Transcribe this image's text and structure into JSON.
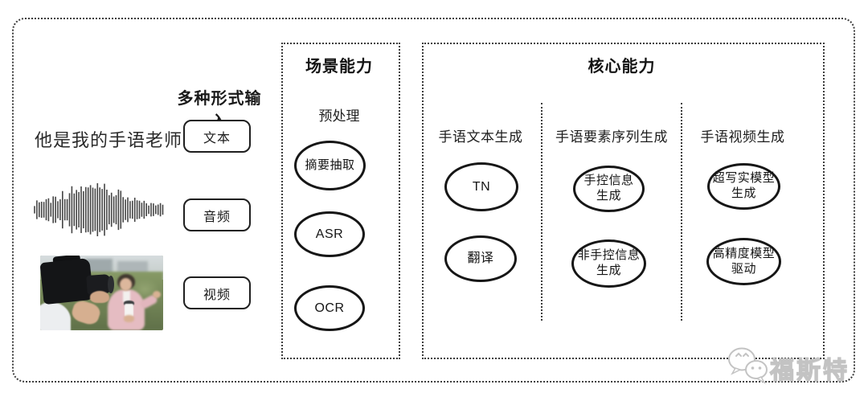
{
  "input": {
    "heading": "多种形式输入",
    "sample_text": "他是我的手语老师",
    "types": [
      {
        "label": "文本"
      },
      {
        "label": "音频"
      },
      {
        "label": "视频"
      }
    ],
    "icons": [
      "audio-waveform-icon",
      "reporter-photo"
    ]
  },
  "scene": {
    "title": "场景能力",
    "stage_label": "预处理",
    "nodes": [
      {
        "label": "摘要抽取"
      },
      {
        "label": "ASR"
      },
      {
        "label": "OCR"
      }
    ]
  },
  "core": {
    "title": "核心能力",
    "columns": [
      {
        "header": "手语文本生成",
        "nodes": [
          {
            "label": "TN"
          },
          {
            "label": "翻译"
          }
        ]
      },
      {
        "header": "手语要素序列生成",
        "nodes": [
          {
            "label": "手控信息\n生成"
          },
          {
            "label": "非手控信息\n生成"
          }
        ]
      },
      {
        "header": "手语视频生成",
        "nodes": [
          {
            "label": "超写实模型\n生成"
          },
          {
            "label": "高精度模型\n驱动"
          }
        ]
      }
    ]
  },
  "watermark": {
    "text": "福斯特",
    "icon": "wechat-chat-bubbles-icon"
  },
  "colors": {
    "ink": "#1c1c1c",
    "border_dotted": "#3c3c3c",
    "watermark_gray": "#c3c3c3",
    "background": "#ffffff"
  }
}
